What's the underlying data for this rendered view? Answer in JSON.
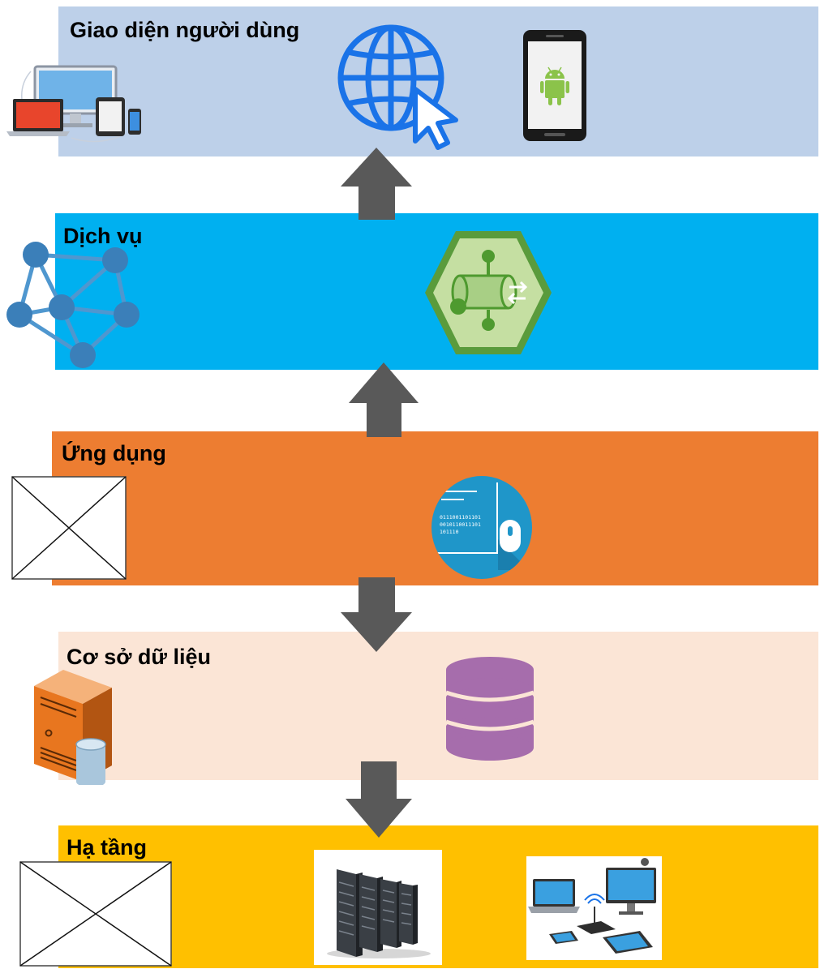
{
  "layers": [
    {
      "id": "ui",
      "title": "Giao diện người dùng",
      "color": "#BDD0E9"
    },
    {
      "id": "service",
      "title": "Dịch vụ",
      "color": "#00B0F0"
    },
    {
      "id": "application",
      "title": "Ứng dụng",
      "color": "#ED7D31"
    },
    {
      "id": "database",
      "title": "Cơ sở dữ liệu",
      "color": "#FBE5D6"
    },
    {
      "id": "infrastructure",
      "title": "Hạ tầng",
      "color": "#FFC000"
    }
  ],
  "arrows": [
    {
      "between": [
        "service",
        "ui"
      ],
      "direction": "up"
    },
    {
      "between": [
        "application",
        "service"
      ],
      "direction": "up"
    },
    {
      "between": [
        "application",
        "database"
      ],
      "direction": "down"
    },
    {
      "between": [
        "database",
        "infrastructure"
      ],
      "direction": "down"
    }
  ],
  "binary_text": [
    "0111001101101",
    "0010110011101",
    "101110"
  ],
  "icons": {
    "ui": [
      "multi-device-icon",
      "globe-cursor-icon",
      "android-phone-icon"
    ],
    "service": [
      "network-graph-icon",
      "service-bus-icon"
    ],
    "application": [
      "image-placeholder-icon",
      "binary-mouse-icon"
    ],
    "database": [
      "server-database-icon",
      "database-stack-icon"
    ],
    "infrastructure": [
      "image-placeholder-icon",
      "server-rack-icon",
      "network-devices-icon"
    ]
  }
}
